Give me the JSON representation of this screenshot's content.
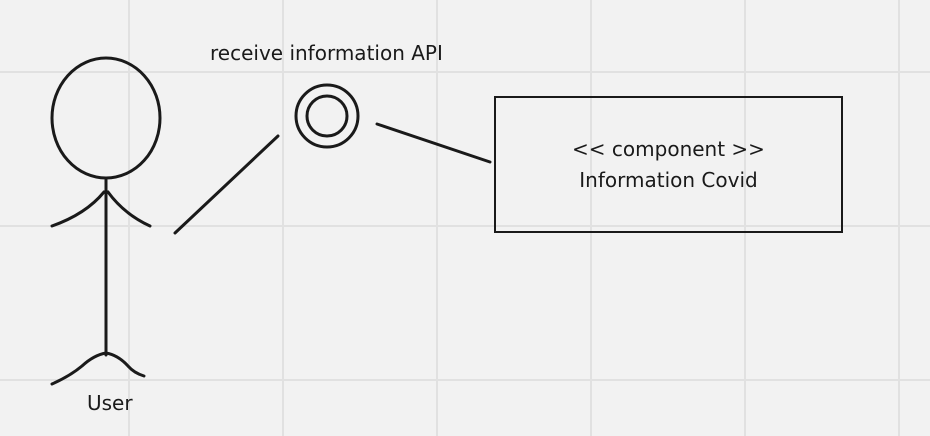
{
  "diagram": {
    "interface": {
      "label": "receive information API"
    },
    "actor": {
      "label": "User"
    },
    "component": {
      "stereotype": "<< component >>",
      "name": "Information Covid"
    }
  },
  "colors": {
    "background": "#f2f2f2",
    "grid": "#e1e1e1",
    "stroke": "#1a1a1a"
  }
}
